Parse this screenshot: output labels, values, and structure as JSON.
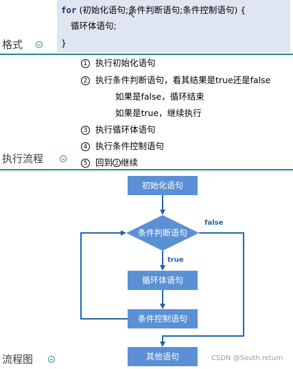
{
  "format": {
    "label": "格式",
    "code": {
      "keyword": "for",
      "header_rest": " (初始化语句;条件判断语句;条件控制语句) {",
      "body": "循环体语句;",
      "closing": "}"
    }
  },
  "process": {
    "label": "执行流程",
    "steps": [
      {
        "num": "1",
        "text": "执行初始化语句"
      },
      {
        "num": "2",
        "text": "执行条件判断语句，看其结果是true还是false"
      },
      {
        "num": "3",
        "text": "执行循环体语句"
      },
      {
        "num": "4",
        "text": "执行条件控制语句"
      },
      {
        "num": "5",
        "text_before": "回到",
        "ref": "2",
        "text_after": "继续"
      }
    ],
    "sub_lines": [
      "如果是false，循环结束",
      "如果是true，继续执行"
    ]
  },
  "flowchart": {
    "label": "流程图",
    "nodes": {
      "init": "初始化语句",
      "condition": "条件判断语句",
      "body": "循环体语句",
      "control": "条件控制语句",
      "other": "其他语句"
    },
    "edge_labels": {
      "false": "false",
      "true": "true"
    }
  },
  "watermark": "CSDN @South.return",
  "colors": {
    "node_fill": "#5b90d4",
    "edge": "#1f63b0",
    "divider": "#1e8a8a",
    "code_bg": "#dfe6f1"
  }
}
